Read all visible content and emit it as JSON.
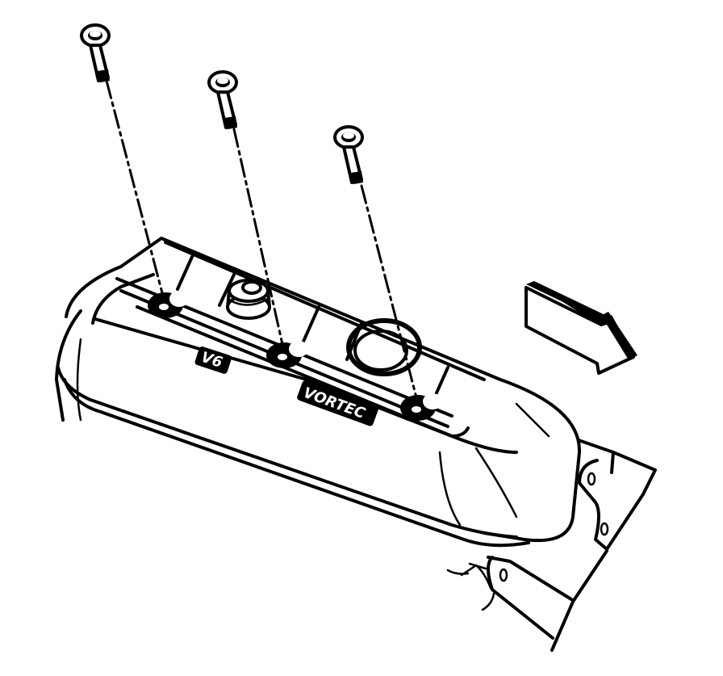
{
  "diagram": {
    "subject": "Valve rocker arm cover installation",
    "colors": {
      "line": "#000000",
      "background": "#ffffff"
    },
    "emboss_labels": {
      "engine_badge": "V6",
      "brand_badge": "VORTEC"
    },
    "parts": [
      {
        "name": "bolt",
        "count": 3
      },
      {
        "name": "valve-cover",
        "count": 1
      },
      {
        "name": "oil-fill-cap",
        "count": 1
      },
      {
        "name": "pcv-grommet",
        "count": 1
      },
      {
        "name": "cylinder-head-bracket",
        "count": 1
      }
    ],
    "direction_arrow": {
      "icon": "arrow-front-of-vehicle",
      "points": "down-right"
    }
  }
}
